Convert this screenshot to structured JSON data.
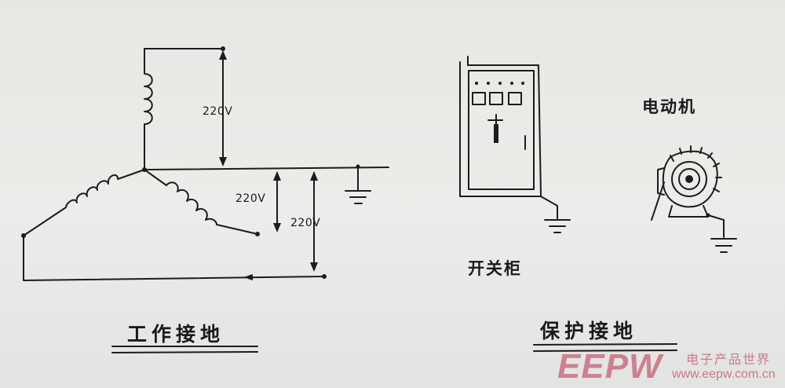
{
  "left_diagram": {
    "title": "工作接地",
    "voltage_phase": "220V",
    "voltage_line_neutral": "220V",
    "voltage_line_line": "220V"
  },
  "right_diagram": {
    "title": "保护接地",
    "switchgear_label": "开关柜",
    "motor_label": "电动机"
  },
  "watermark": {
    "logo": "EEPW",
    "cn_text": "电子产品世界",
    "url": "www.eepw.com.cn",
    "color": "#b9324a"
  }
}
